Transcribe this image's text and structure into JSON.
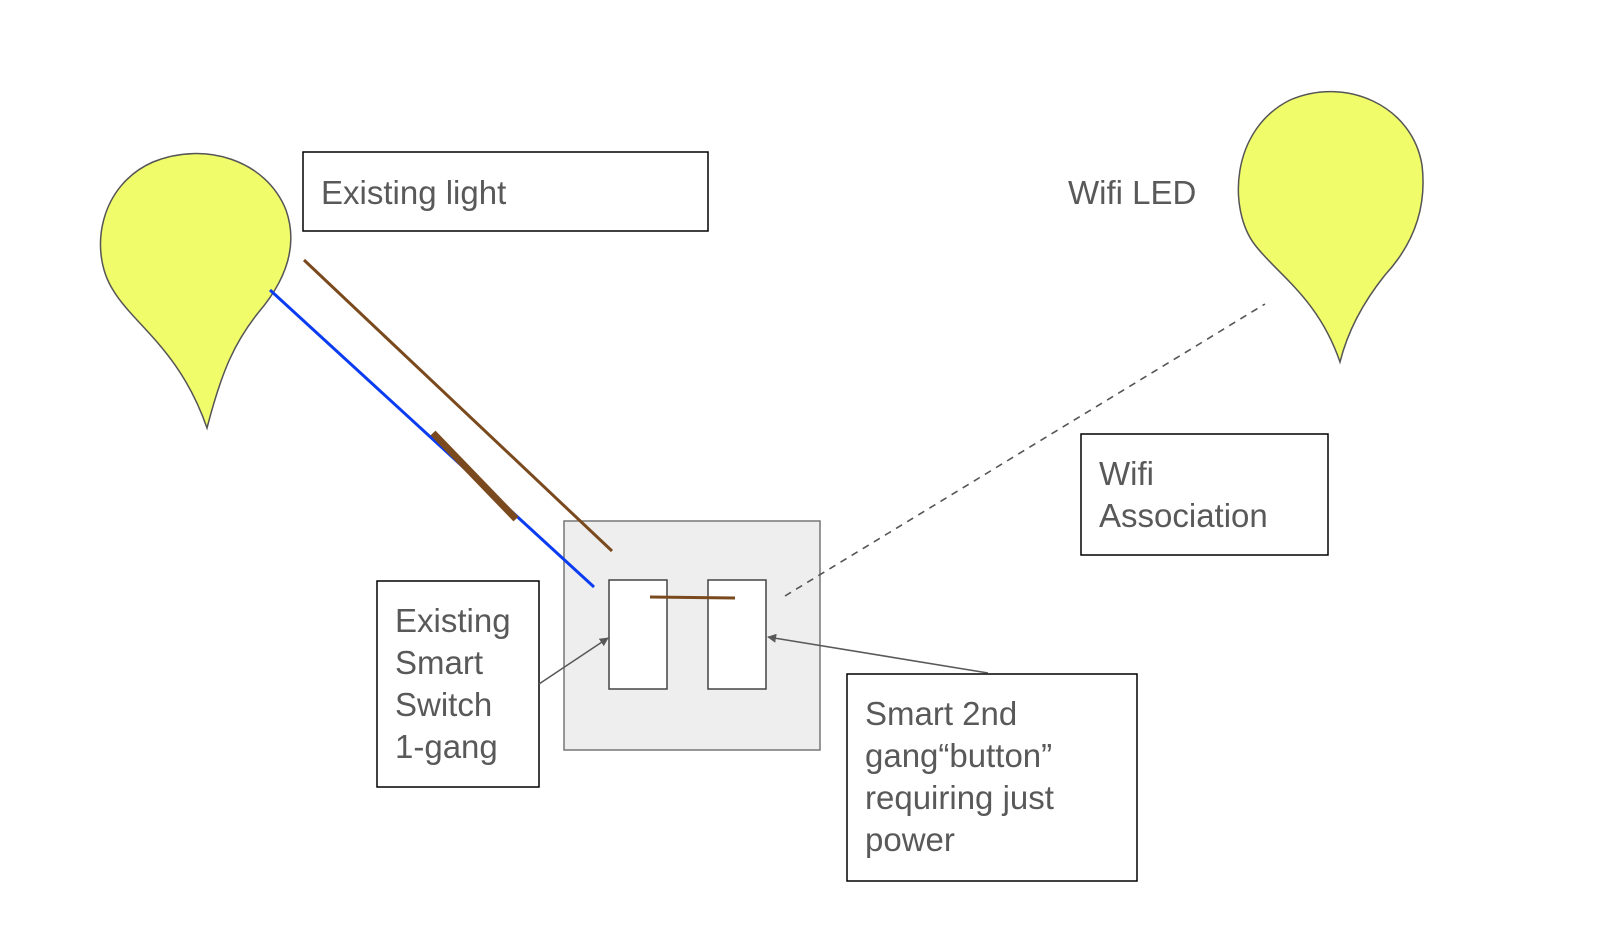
{
  "labels": {
    "existing_light": "Existing light",
    "wifi_led": "Wifi LED",
    "wifi_association": [
      "Wifi",
      "Association"
    ],
    "existing_smart_switch": [
      "Existing",
      "Smart",
      "Switch",
      "1-gang"
    ],
    "smart_2nd_gang": [
      "Smart 2nd",
      "gang“button”",
      "requiring just",
      "power"
    ]
  },
  "colors": {
    "bulb_fill": "#f1fc6a",
    "bulb_stroke": "#555555",
    "live_wire": "#7a4a1e",
    "neutral_wire": "#0b3cf2",
    "switch_plate": "#eeeeee",
    "box_stroke": "#000000",
    "text": "#595959",
    "wifi_link": "#555555",
    "arrow": "#595959"
  },
  "icons": {
    "existing_light": "light-bulb-icon",
    "wifi_led": "light-bulb-icon"
  }
}
